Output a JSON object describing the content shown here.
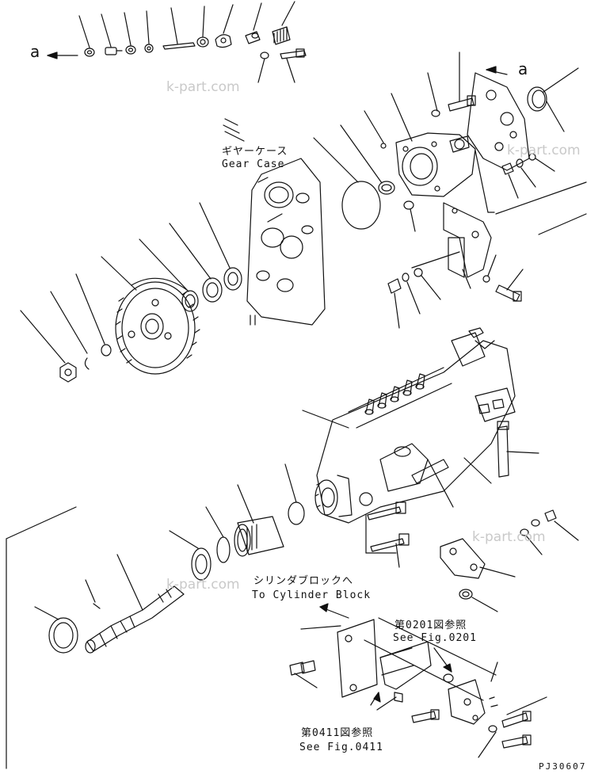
{
  "labels": {
    "view_a_left": "a",
    "view_a_right": "a",
    "gear_case_jp": "ギヤーケース",
    "gear_case_en": "Gear Case",
    "cylinder_block_jp": "シリンダブロックへ",
    "cylinder_block_en": "To Cylinder Block",
    "fig_0201_jp": "第0201図参照",
    "fig_0201_en": "See Fig.0201",
    "fig_0411_jp": "第0411図参照",
    "fig_0411_en": "See Fig.0411",
    "drawing_code": "PJ30607"
  },
  "watermarks": [
    "k-part.com",
    "k-part.com",
    "k-part.com",
    "k-part.com"
  ],
  "colors": {
    "line": "#111111",
    "watermark": "#c9c9c9",
    "paper": "#ffffff"
  }
}
